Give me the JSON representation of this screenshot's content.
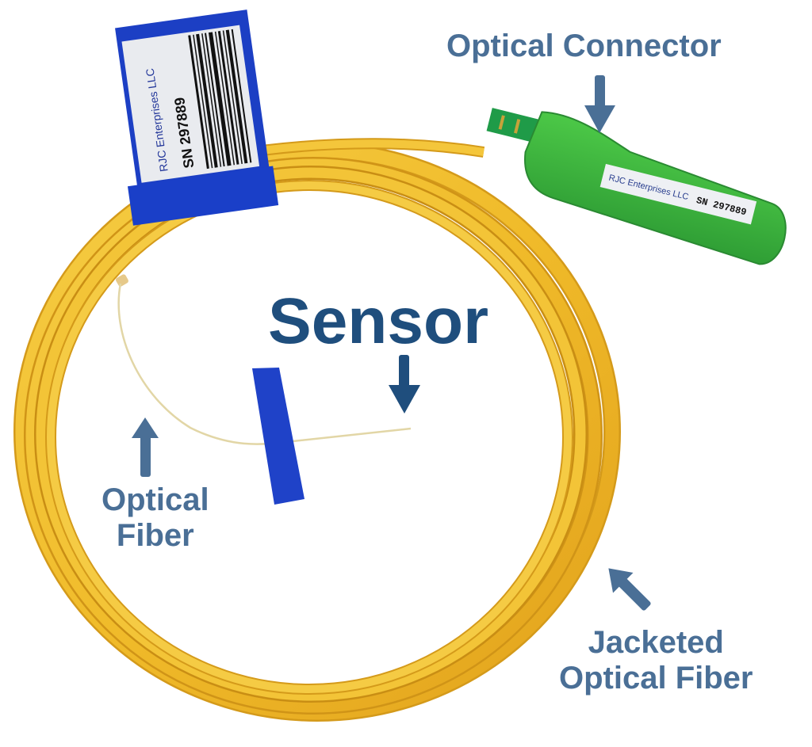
{
  "image": {
    "subject": "fiber-optic-sensor-assembly",
    "colors": {
      "callout_text": "#4a6f96",
      "sensor_text": "#1f4e7d",
      "jacket_yellow": "#f2c230",
      "jacket_shadow": "#d49a1a",
      "connector_green": "#3fb83a",
      "connector_dark_green": "#1f8a3a",
      "tape_blue": "#1c3fc4",
      "label_white": "#eef0f4",
      "fiber_cream": "#e8dcaf"
    }
  },
  "callouts": {
    "optical_connector": "Optical Connector",
    "sensor": "Sensor",
    "optical_fiber": [
      "Optical",
      "Fiber"
    ],
    "jacketed_optical_fiber": [
      "Jacketed",
      "Optical Fiber"
    ]
  },
  "tag_label": {
    "company": "RJC Enterprises LLC",
    "serial": "SN 297889",
    "icon": "barcode-icon"
  },
  "connector_label": {
    "company": "RJC Enterprises LLC",
    "serial": "SN 297889"
  }
}
